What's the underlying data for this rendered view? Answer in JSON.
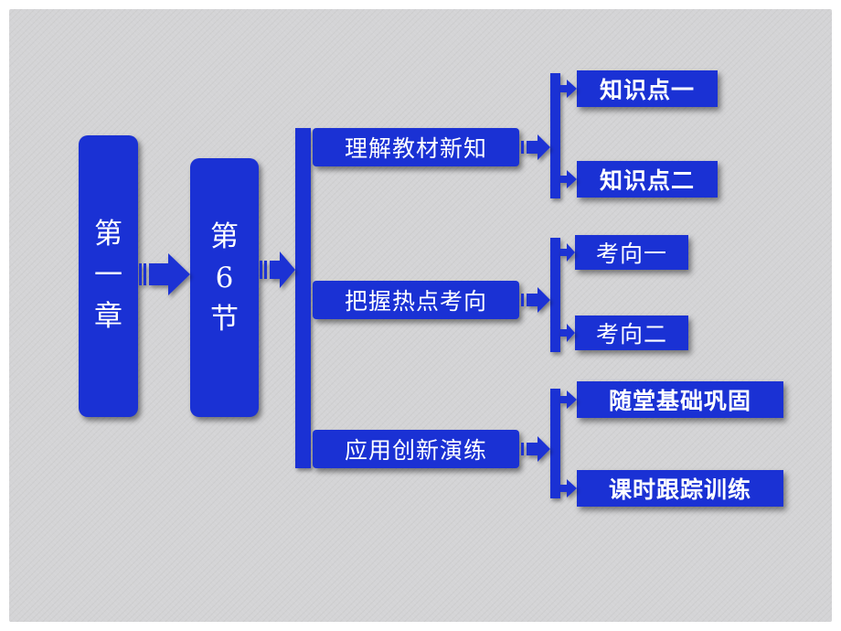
{
  "chapter": {
    "chars": [
      "第",
      "一",
      "章"
    ]
  },
  "section": {
    "chars": [
      "第",
      "6",
      "节"
    ]
  },
  "branches": [
    {
      "label": "理解教材新知",
      "children": [
        "知识点一",
        "知识点二"
      ]
    },
    {
      "label": "把握热点考向",
      "children": [
        "考向一",
        "考向二"
      ]
    },
    {
      "label": "应用创新演练",
      "children": [
        "随堂基础巩固",
        "课时跟踪训练"
      ]
    }
  ],
  "colors": {
    "box_fill": "#1a31d4",
    "background": "#d4d4d6",
    "text": "#ffffff"
  }
}
